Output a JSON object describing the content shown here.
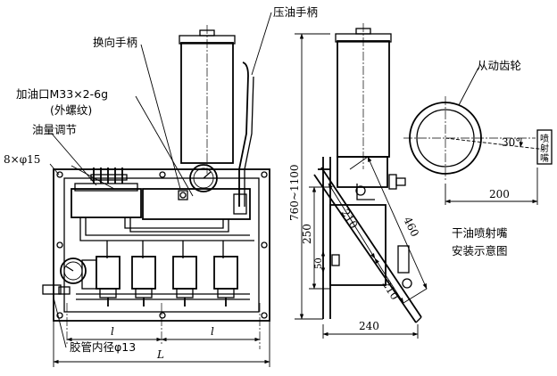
{
  "labels": {
    "pressure_handle": "压油手柄",
    "reversing_handle": "换向手柄",
    "fill_port": "加油口M33×2-6g",
    "fill_port_thread": "(外螺纹)",
    "oil_adjust": "油量调节",
    "mount_holes": "8×φ15",
    "hose_bore": "胶管内径φ13",
    "driven_gear": "从动齿轮",
    "nozzle_box": "喷射嘴",
    "caption_line1": "干油喷射嘴",
    "caption_line2": "安装示意图"
  },
  "dimensions": {
    "pitch_l": "l",
    "total_L": "L",
    "height_range": "760~1100",
    "height_250": "250",
    "dim_210_upper": "210",
    "dim_210_lower": "210",
    "dim_460": "460",
    "dim_50": "50",
    "width_240": "240",
    "angle": "30°",
    "offset_200": "200"
  }
}
